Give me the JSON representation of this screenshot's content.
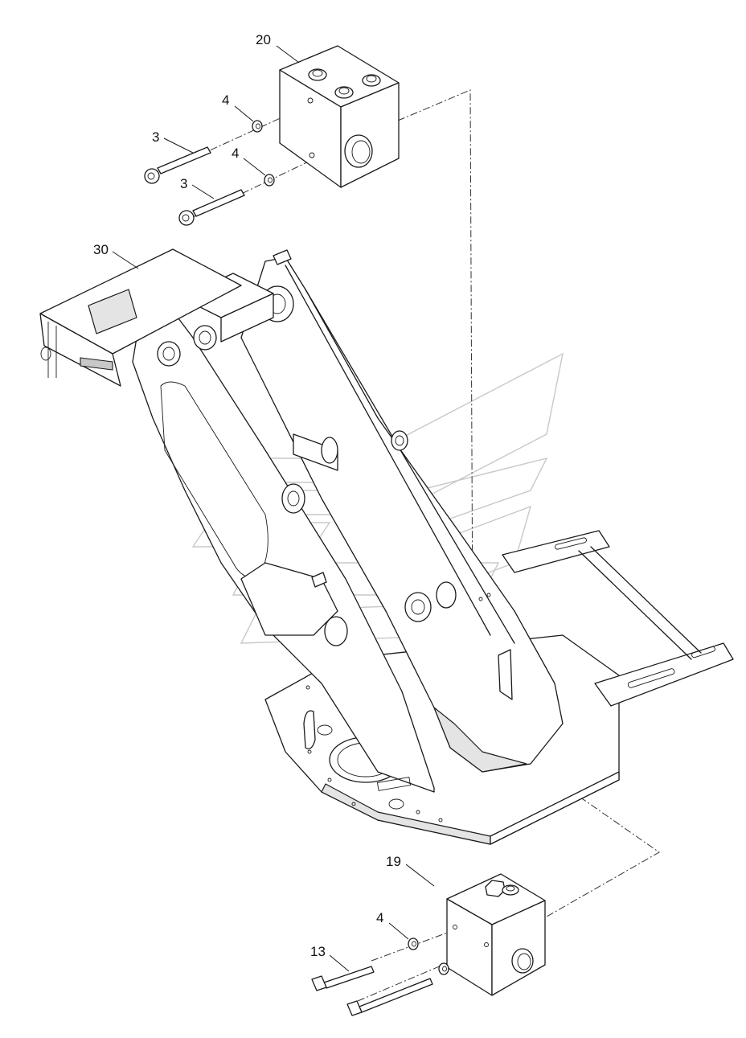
{
  "callouts": [
    {
      "id": "valve-block-top",
      "label": "20"
    },
    {
      "id": "washer-top-1",
      "label": "4"
    },
    {
      "id": "bolt-top-1",
      "label": "3"
    },
    {
      "id": "washer-top-2",
      "label": "4"
    },
    {
      "id": "bolt-top-2",
      "label": "3"
    },
    {
      "id": "boom-frame",
      "label": "30"
    },
    {
      "id": "valve-block-bottom",
      "label": "19"
    },
    {
      "id": "washer-bottom",
      "label": "4"
    },
    {
      "id": "bolt-bottom",
      "label": "13"
    }
  ]
}
